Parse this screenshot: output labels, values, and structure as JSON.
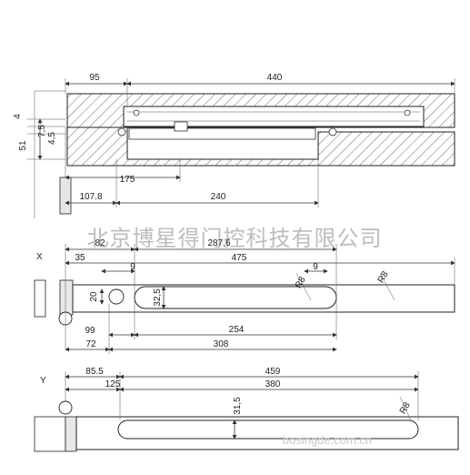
{
  "watermark": {
    "company": "北京博星得门控科技有限公司",
    "url": "bosingde.com.cn"
  },
  "views": {
    "section": {
      "dims": {
        "top_left": "95",
        "top_right": "440",
        "left_4": "4",
        "left_7_5": "7,5",
        "left_4_5": "4,5",
        "left_51": "51",
        "d175": "175",
        "d107_8": "107.8",
        "d240": "240"
      }
    },
    "x": {
      "label": "X",
      "dims": {
        "d82": "82",
        "d287_6": "287,6",
        "d35": "35",
        "d475": "475",
        "d9a": "9",
        "d9b": "9",
        "r8a": "R8",
        "r8b": "R8",
        "d20": "20",
        "d32_5": "32,5",
        "d99": "99",
        "d254": "254",
        "d72": "72",
        "d308": "308"
      }
    },
    "y": {
      "label": "Y",
      "dims": {
        "d85_5": "85.5",
        "d459": "459",
        "d125": "125",
        "d380": "380",
        "d31_5": "31,5",
        "r8": "R8"
      }
    }
  }
}
